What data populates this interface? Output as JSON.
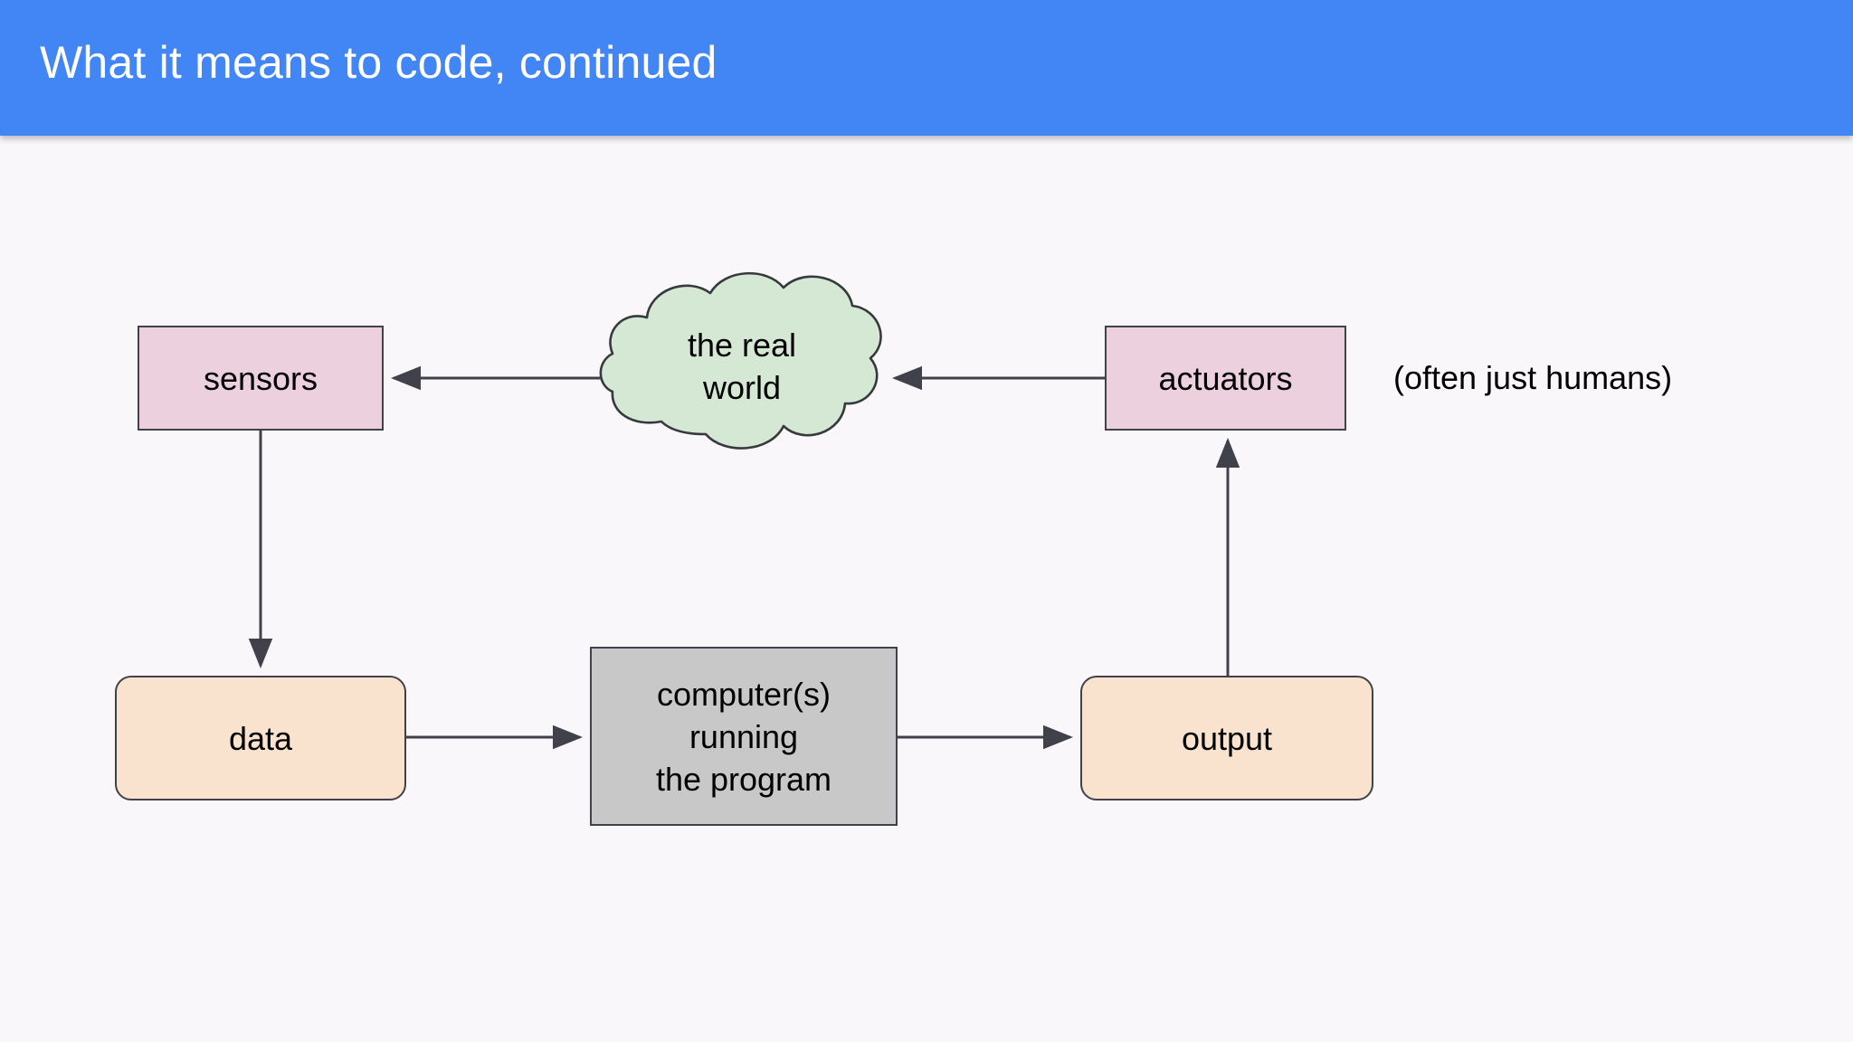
{
  "slide": {
    "title": "What it means to code, continued",
    "title_bar_color": "#4285f4",
    "background_color": "#f9f7fa"
  },
  "diagram": {
    "type": "flowchart",
    "nodes": [
      {
        "id": "sensors",
        "label": "sensors",
        "shape": "rectangle",
        "fill": "#ecd0de",
        "stroke": "#40414a"
      },
      {
        "id": "real-world",
        "label_line_1": "the real",
        "label_line_2": "world",
        "shape": "cloud",
        "fill": "#d5e8d4",
        "stroke": "#36393d"
      },
      {
        "id": "actuators",
        "label": "actuators",
        "shape": "rectangle",
        "fill": "#ecd0de",
        "stroke": "#40414a"
      },
      {
        "id": "data",
        "label": "data",
        "shape": "rounded-rectangle",
        "fill": "#fae3ce",
        "stroke": "#40414a"
      },
      {
        "id": "computer",
        "label_line_1": "computer(s)",
        "label_line_2": "running",
        "label_line_3": "the program",
        "shape": "rectangle",
        "fill": "#c8c8c8",
        "stroke": "#40414a"
      },
      {
        "id": "output",
        "label": "output",
        "shape": "rounded-rectangle",
        "fill": "#fae3ce",
        "stroke": "#40414a"
      }
    ],
    "edges": [
      {
        "from": "real-world",
        "to": "sensors",
        "direction": "left"
      },
      {
        "from": "actuators",
        "to": "real-world",
        "direction": "left"
      },
      {
        "from": "sensors",
        "to": "data",
        "direction": "down"
      },
      {
        "from": "data",
        "to": "computer",
        "direction": "right"
      },
      {
        "from": "computer",
        "to": "output",
        "direction": "right"
      },
      {
        "from": "output",
        "to": "actuators",
        "direction": "up"
      }
    ],
    "annotations": [
      {
        "id": "often-just-humans",
        "text": "(often just humans)"
      }
    ]
  }
}
